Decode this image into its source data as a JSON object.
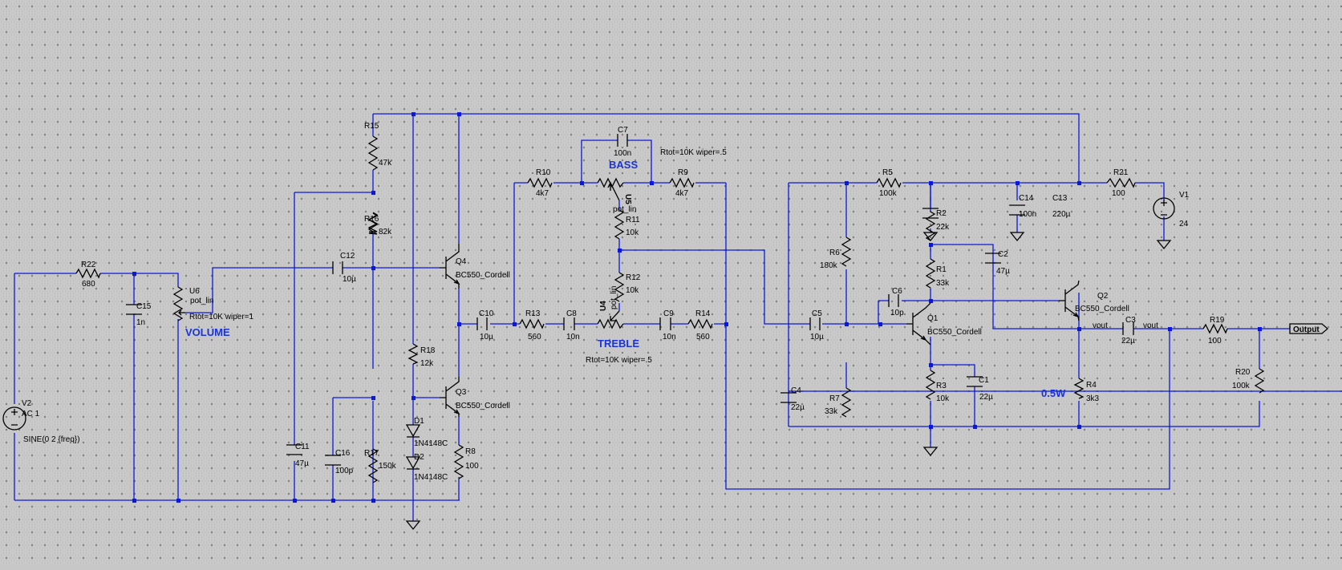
{
  "components": {
    "R22": {
      "ref": "R22",
      "value": "680"
    },
    "C15": {
      "ref": "C15",
      "value": "1n"
    },
    "U6": {
      "ref": "U6",
      "model": "pot_lin",
      "param": "Rtot=10K wiper=1"
    },
    "V2": {
      "ref": "V2",
      "value": "AC 1",
      "source": "SINE(0 2 {freq})"
    },
    "R15": {
      "ref": "R15",
      "value": "47k"
    },
    "R16": {
      "ref": "R16",
      "value": "82k"
    },
    "R17": {
      "ref": "R17",
      "value": "150k"
    },
    "R18": {
      "ref": "R18",
      "value": "12k"
    },
    "R8": {
      "ref": "R8",
      "value": "100"
    },
    "C11": {
      "ref": "C11",
      "value": "47µ"
    },
    "C16": {
      "ref": "C16",
      "value": "100p"
    },
    "C12": {
      "ref": "C12",
      "value": "10µ"
    },
    "Q4": {
      "ref": "Q4",
      "model": "BC550_Cordell"
    },
    "Q3": {
      "ref": "Q3",
      "model": "BC550_Cordell"
    },
    "D1": {
      "ref": "D1",
      "model": "1N4148C"
    },
    "D2": {
      "ref": "D2",
      "model": "1N4148C"
    },
    "C10": {
      "ref": "C10",
      "value": "10µ"
    },
    "R13": {
      "ref": "R13",
      "value": "560"
    },
    "C8": {
      "ref": "C8",
      "value": "10n"
    },
    "U4": {
      "ref": "U4",
      "model": "pot_lin",
      "param": "Rtot=10K wiper=.5"
    },
    "C9": {
      "ref": "C9",
      "value": "10n"
    },
    "R14": {
      "ref": "R14",
      "value": "560"
    },
    "R10": {
      "ref": "R10",
      "value": "4k7"
    },
    "C7": {
      "ref": "C7",
      "value": "100n"
    },
    "U5": {
      "ref": "U5",
      "model": "pot_lin",
      "param": "Rtot=10K wiper=.5"
    },
    "R9": {
      "ref": "R9",
      "value": "4k7"
    },
    "R11": {
      "ref": "R11",
      "value": "10k"
    },
    "R12": {
      "ref": "R12",
      "value": "10k"
    },
    "R5": {
      "ref": "R5",
      "value": "100k"
    },
    "R6": {
      "ref": "R6",
      "value": "180k"
    },
    "R7": {
      "ref": "R7",
      "value": "33k"
    },
    "C4": {
      "ref": "C4",
      "value": "22µ"
    },
    "C5": {
      "ref": "C5",
      "value": "10µ"
    },
    "C6": {
      "ref": "C6",
      "value": "10p"
    },
    "Q1": {
      "ref": "Q1",
      "model": "BC550_Cordell"
    },
    "R2": {
      "ref": "R2",
      "value": "22k"
    },
    "R1": {
      "ref": "R1",
      "value": "33k"
    },
    "R3": {
      "ref": "R3",
      "value": "10k"
    },
    "C1": {
      "ref": "C1",
      "value": "22µ"
    },
    "C2": {
      "ref": "C2",
      "value": "47µ"
    },
    "C14": {
      "ref": "C14",
      "value": "100n"
    },
    "C13": {
      "ref": "C13",
      "value": "220µ"
    },
    "Q2": {
      "ref": "Q2",
      "model": "BC550_Cordell"
    },
    "R4": {
      "ref": "R4",
      "value": "3k3"
    },
    "C3": {
      "ref": "C3",
      "value": "22µ"
    },
    "R19": {
      "ref": "R19",
      "value": "100"
    },
    "R20": {
      "ref": "R20",
      "value": "100k"
    },
    "R21": {
      "ref": "R21",
      "value": "100"
    },
    "V1": {
      "ref": "V1",
      "value": "24"
    }
  },
  "labels": {
    "volume": "VOLUME",
    "bass": "BASS",
    "treble": "TREBLE",
    "power": "0.5W",
    "vout1": "vout",
    "vout2": "vout",
    "output": "Output"
  }
}
